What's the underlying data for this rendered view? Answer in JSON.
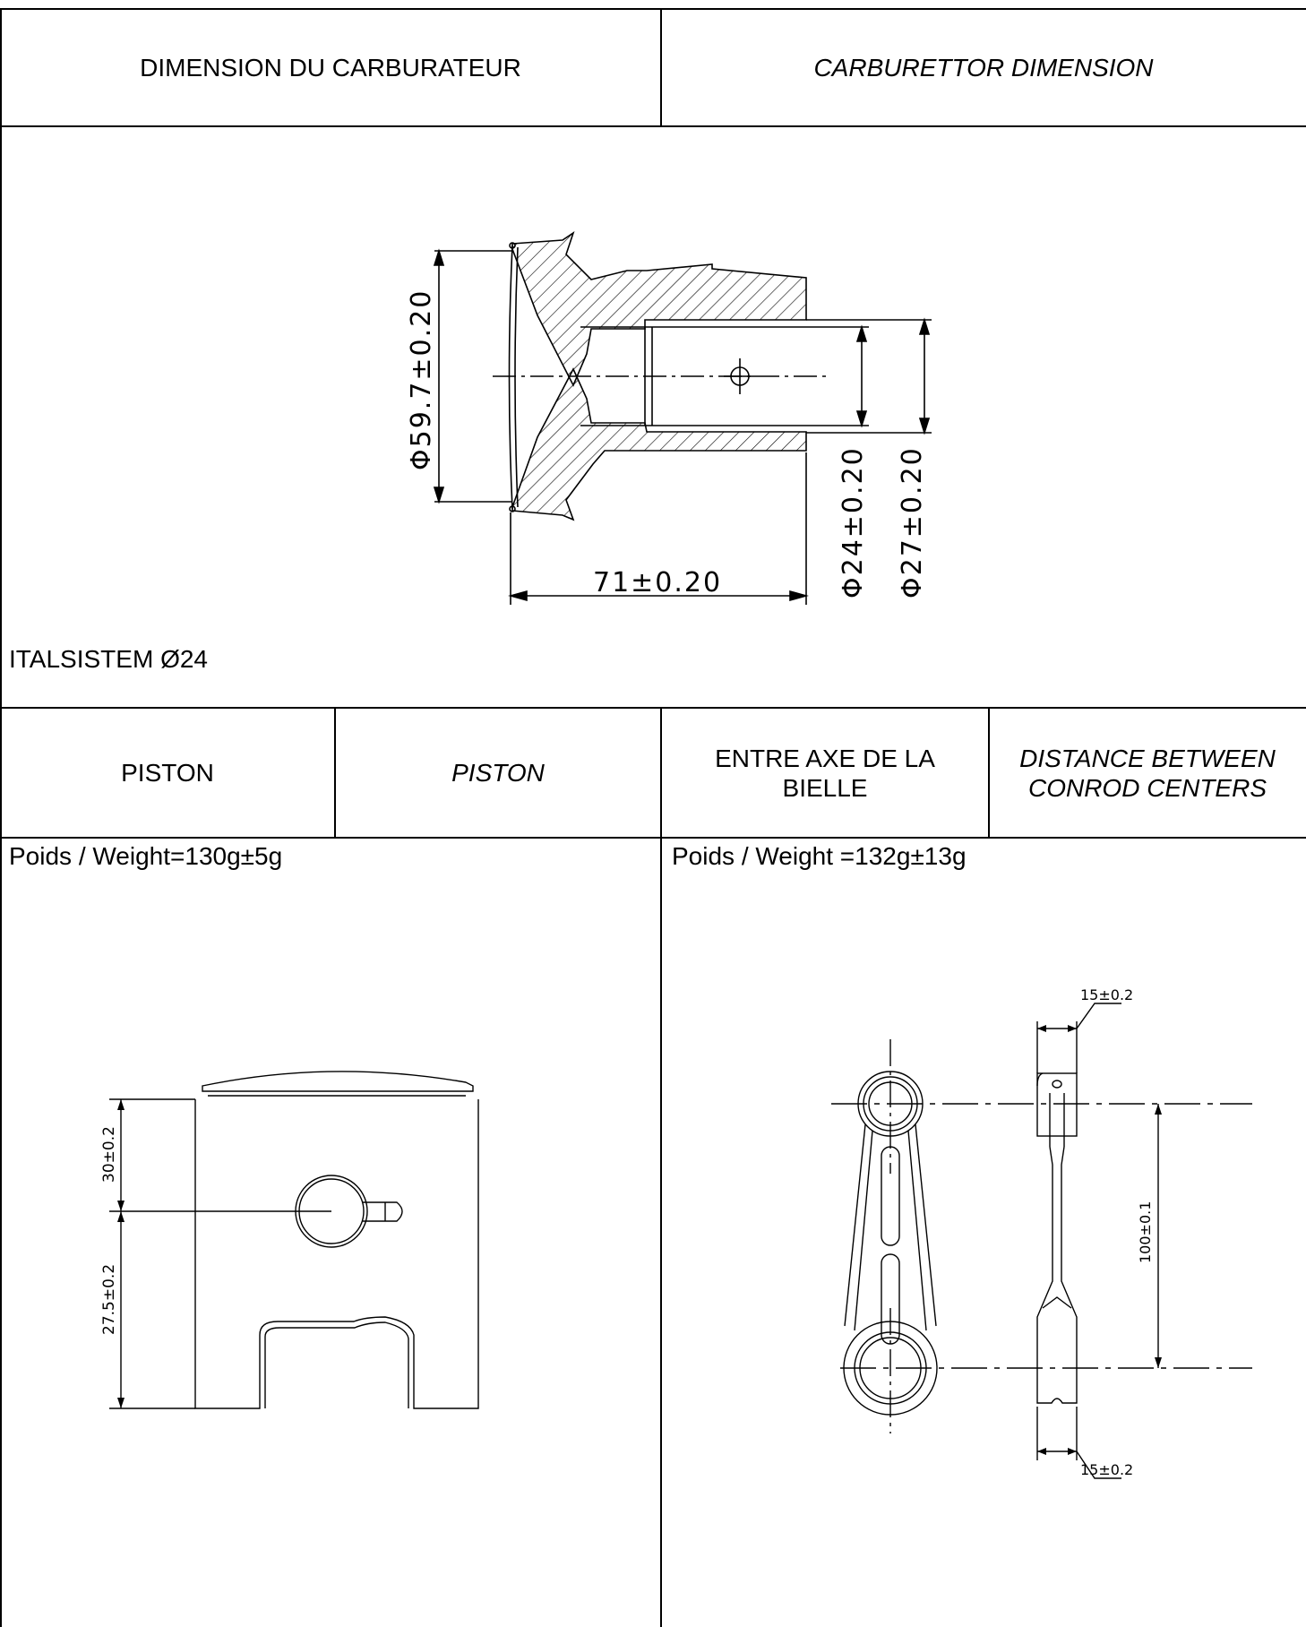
{
  "carburettor": {
    "title_fr": "DIMENSION DU CARBURATEUR",
    "title_en": "CARBURETTOR DIMENSION",
    "model": "ITALSISTEM Ø24",
    "dims": {
      "bell_diameter": "Φ59.7±0.20",
      "length": "71±0.20",
      "inner_diameter": "Φ24±0.20",
      "outer_diameter": "Φ27±0.20"
    }
  },
  "piston": {
    "title_fr": "PISTON",
    "title_en": "PISTON",
    "weight": "Poids / Weight=130g±5g",
    "dims": {
      "top_to_pin": "30±0.2",
      "pin_to_bottom": "27.5±0.2"
    }
  },
  "conrod": {
    "title_fr": "ENTRE AXE DE LA BIELLE",
    "title_en": "DISTANCE BETWEEN CONROD CENTERS",
    "weight": "Poids / Weight =132g±13g",
    "dims": {
      "small_end_width": "15±0.2",
      "center_distance": "100±0.1",
      "big_end_width": "15±0.2"
    }
  }
}
